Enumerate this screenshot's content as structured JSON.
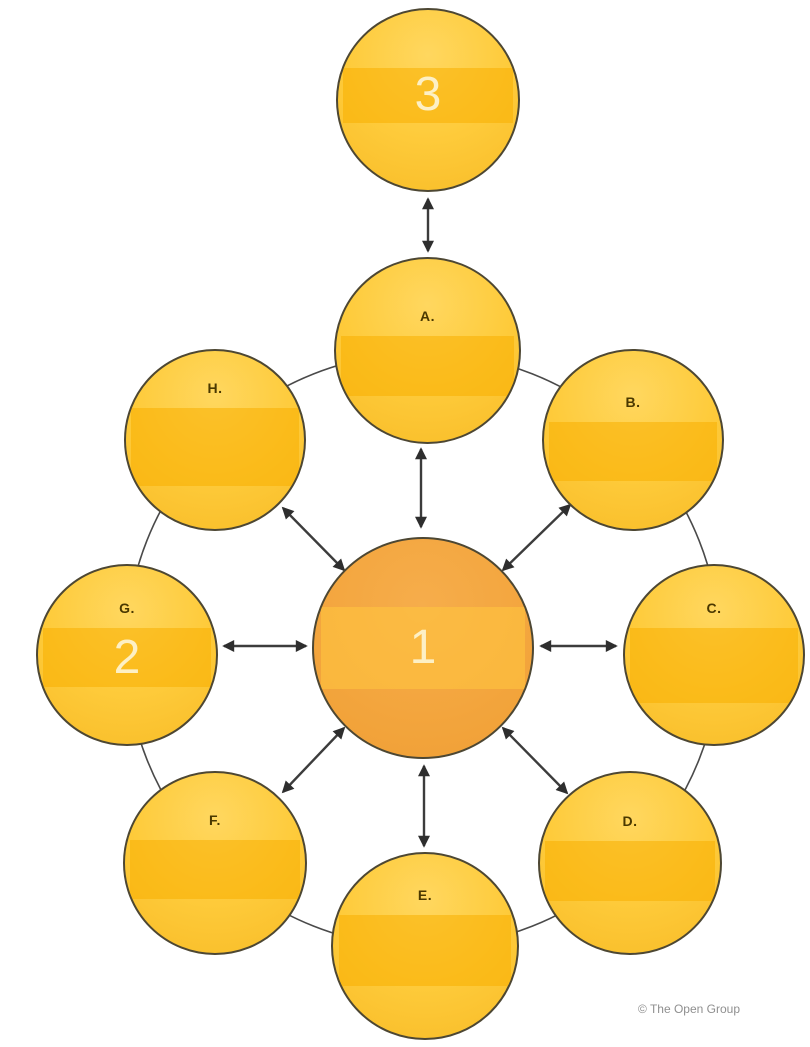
{
  "diagram": {
    "title": "cycle-of-phases-around-central-hub",
    "nodes": {
      "top": {
        "id": "node-3",
        "band_text": "3"
      },
      "center": {
        "id": "node-1",
        "band_text": "1"
      },
      "ring": [
        {
          "id": "node-a",
          "label": "A.",
          "band_text": ""
        },
        {
          "id": "node-b",
          "label": "B.",
          "band_text": ""
        },
        {
          "id": "node-c",
          "label": "C.",
          "band_text": ""
        },
        {
          "id": "node-d",
          "label": "D.",
          "band_text": ""
        },
        {
          "id": "node-e",
          "label": "E.",
          "band_text": ""
        },
        {
          "id": "node-f",
          "label": "F.",
          "band_text": ""
        },
        {
          "id": "node-g",
          "label": "G.",
          "band_text": "2"
        },
        {
          "id": "node-h",
          "label": "H.",
          "band_text": ""
        }
      ]
    },
    "connections": [
      {
        "between": [
          "3",
          "A."
        ],
        "style": "double-headed-arrow"
      },
      {
        "between": [
          "1",
          "A."
        ],
        "style": "double-headed-arrow"
      },
      {
        "between": [
          "1",
          "B."
        ],
        "style": "double-headed-arrow"
      },
      {
        "between": [
          "1",
          "C."
        ],
        "style": "double-headed-arrow"
      },
      {
        "between": [
          "1",
          "D."
        ],
        "style": "double-headed-arrow"
      },
      {
        "between": [
          "1",
          "E."
        ],
        "style": "double-headed-arrow"
      },
      {
        "between": [
          "1",
          "F."
        ],
        "style": "double-headed-arrow"
      },
      {
        "between": [
          "1",
          "G."
        ],
        "style": "double-headed-arrow"
      },
      {
        "between": [
          "1",
          "H."
        ],
        "style": "double-headed-arrow"
      },
      {
        "between": [
          "A.",
          "B.",
          "C.",
          "D.",
          "E.",
          "F.",
          "G.",
          "H."
        ],
        "style": "thin-ring-line"
      }
    ],
    "colors": {
      "circle_fill": "#fecb3b",
      "circle_band": "#f8ae00",
      "center_fill": "#f3a53d",
      "center_band": "#ffc440",
      "outline": "#4d4733",
      "connector": "#3c3c3c",
      "label_text": "#4a3800",
      "number_text": "#fdf0c5",
      "copyright_text": "#8f8f8f"
    }
  },
  "footer": {
    "copyright": "© The Open Group"
  }
}
